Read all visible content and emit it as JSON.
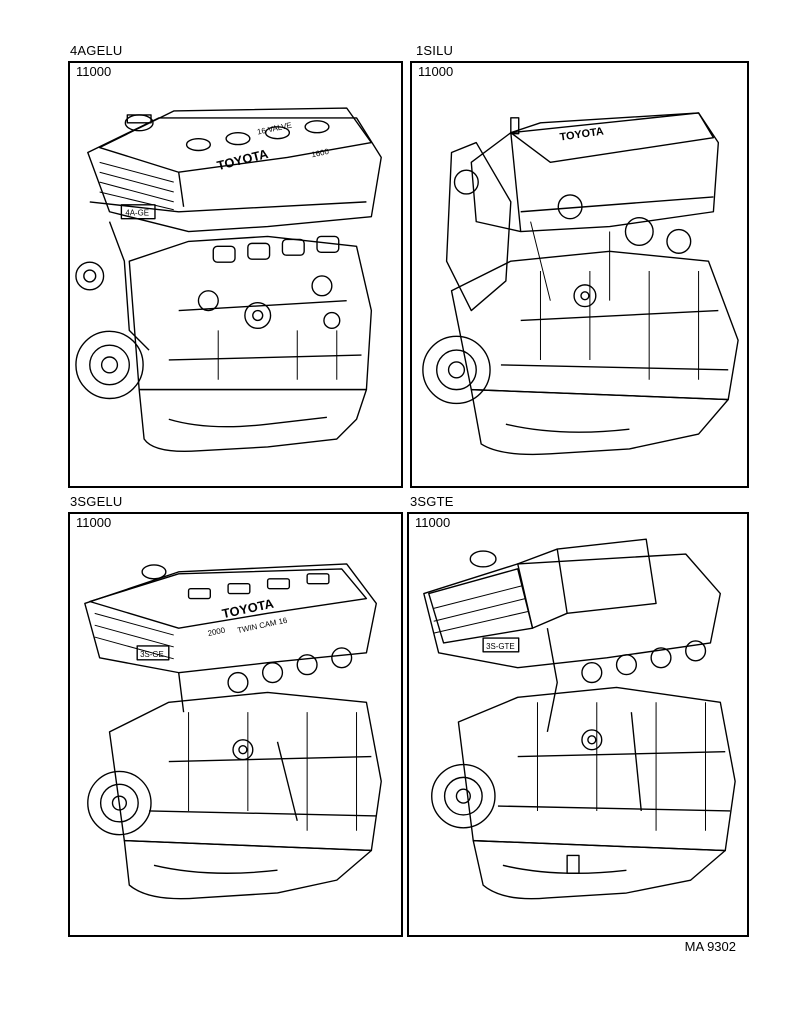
{
  "engines": [
    {
      "model": "4AGELU",
      "part_number": "11000",
      "cover_text": "TOYOTA",
      "cam_text": "16 VALVE",
      "badge_text": "4A-GE",
      "disp_text": "1600",
      "icon": "engine-4agelu-drawing"
    },
    {
      "model": "1SILU",
      "part_number": "11000",
      "cover_text": "TOYOTA",
      "cam_text": "",
      "badge_text": "",
      "disp_text": "",
      "icon": "engine-1silu-drawing"
    },
    {
      "model": "3SGELU",
      "part_number": "11000",
      "cover_text": "TOYOTA",
      "cam_text": "TWIN CAM 16",
      "badge_text": "3S-GE",
      "disp_text": "2000",
      "icon": "engine-3sgelu-drawing"
    },
    {
      "model": "3SGTE",
      "part_number": "11000",
      "cover_text": "",
      "cam_text": "",
      "badge_text": "3S-GTE",
      "disp_text": "",
      "icon": "engine-3sgte-drawing"
    }
  ],
  "footer": {
    "reference_code": "MA 9302"
  },
  "colors": {
    "line": "#000000",
    "background": "#ffffff"
  }
}
